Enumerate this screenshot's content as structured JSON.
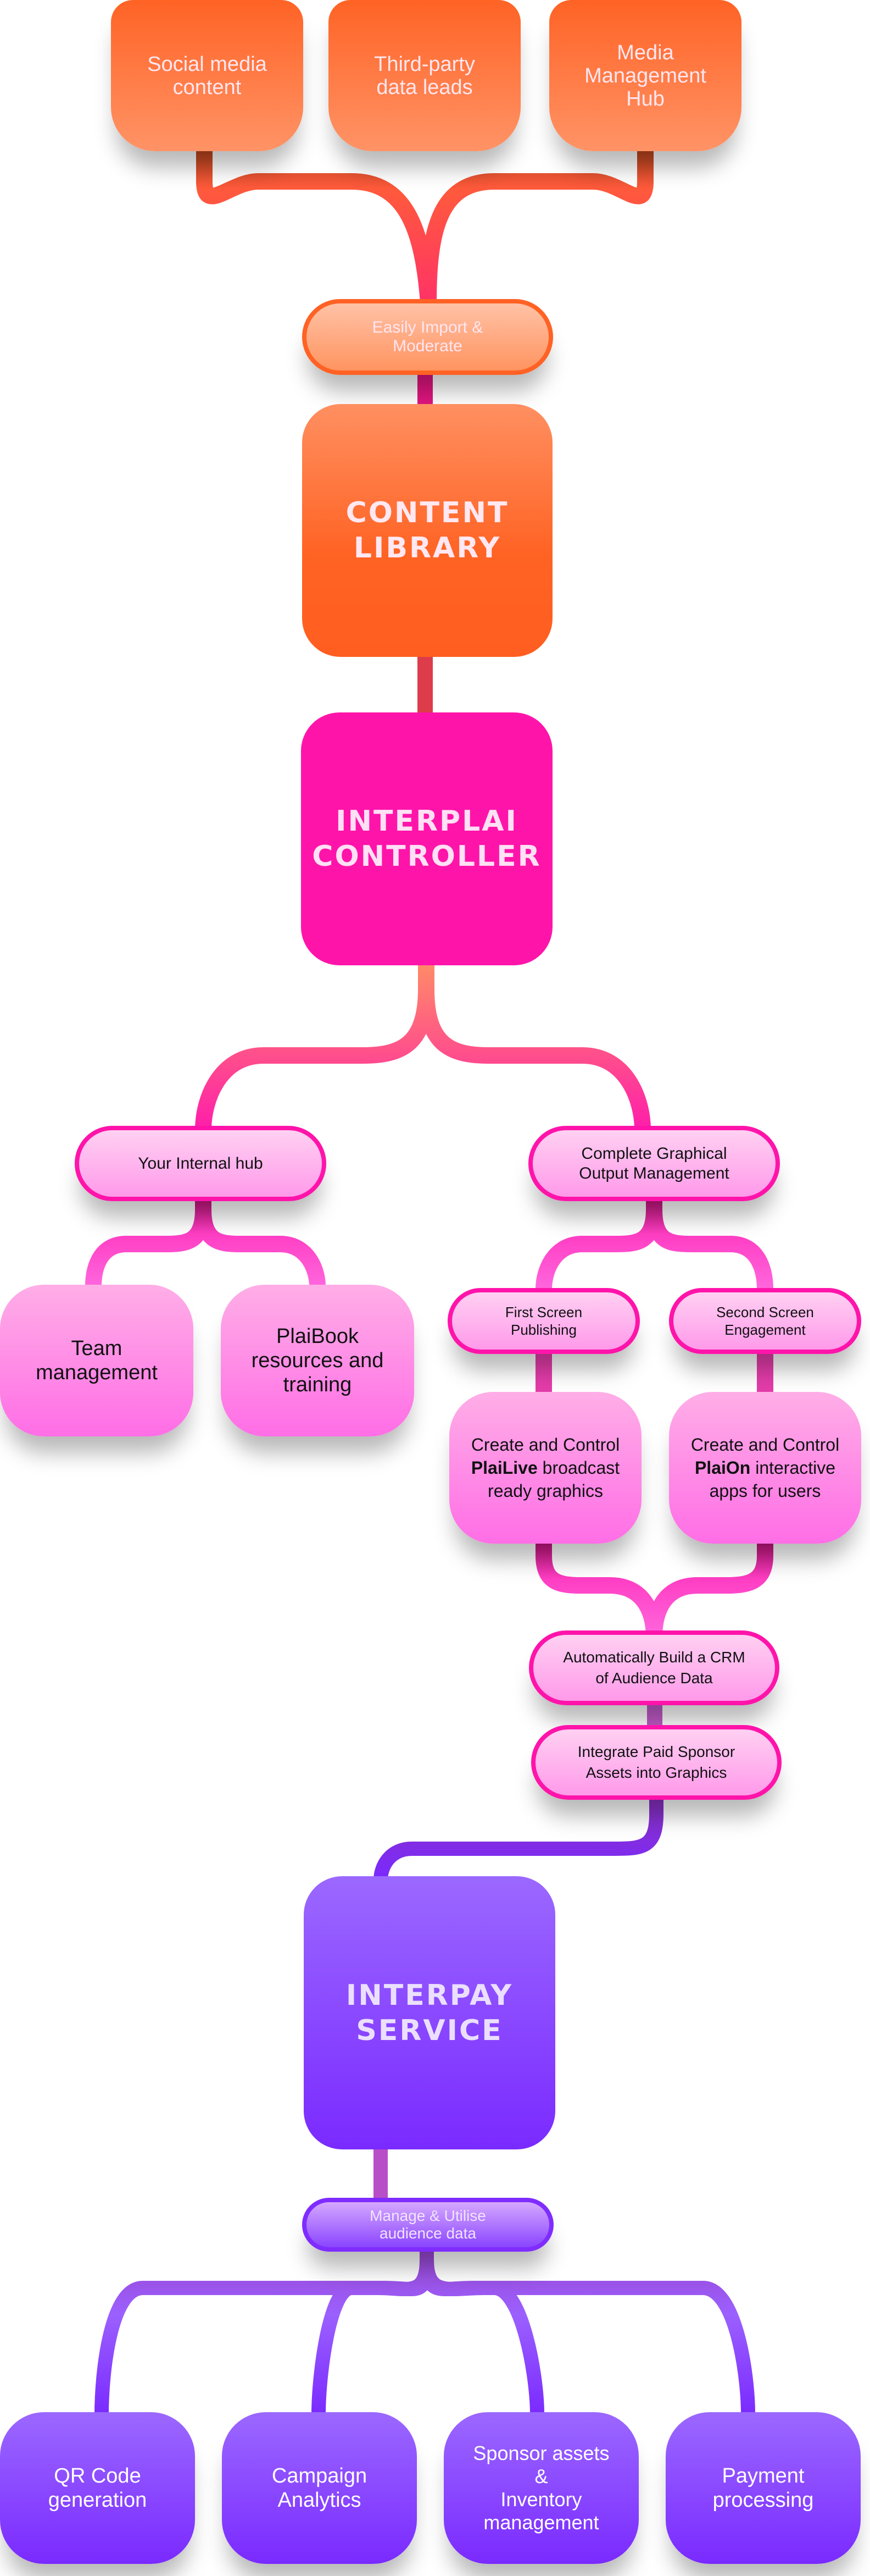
{
  "colors": {
    "orange": "#ff6224",
    "orange_light": "#ff9366",
    "magenta": "#ff14aa",
    "pink_light": "#ffaee7",
    "purple": "#7a2aff",
    "purple_light": "#9b68ff"
  },
  "sources": [
    {
      "label": "Social media\ncontent"
    },
    {
      "label": "Third-party\ndata leads"
    },
    {
      "label": "Media\nManagement\nHub"
    }
  ],
  "import_step": {
    "label": "Easily Import &\nModerate"
  },
  "content_library": {
    "title": "CONTENT\nLIBRARY"
  },
  "controller": {
    "title": "INTERPLAI\nCONTROLLER"
  },
  "internal_hub": {
    "label": "Your Internal hub",
    "children": [
      {
        "label": "Team\nmanagement"
      },
      {
        "label": "PlaiBook\nresources and\ntraining"
      }
    ]
  },
  "output_management": {
    "label": "Complete Graphical\nOutput Management",
    "branches": [
      {
        "label": "First Screen\nPublishing",
        "detail_prefix": "Create and Control",
        "detail_brand": "PlaiLive",
        "detail_suffix": "broadcast\nready graphics"
      },
      {
        "label": "Second Screen\nEngagement",
        "detail_prefix": "Create and Control",
        "detail_brand": "PlaiOn",
        "detail_suffix": "interactive\napps for users"
      }
    ]
  },
  "crm_step": {
    "label": "Automatically Build a CRM\nof Audience Data"
  },
  "sponsor_step": {
    "label": "Integrate Paid Sponsor\nAssets into Graphics"
  },
  "interpay": {
    "title": "INTERPAY\nSERVICE"
  },
  "audience_step": {
    "label": "Manage & Utilise\naudience data"
  },
  "services": [
    {
      "label": "QR Code\ngeneration"
    },
    {
      "label": "Campaign\nAnalytics"
    },
    {
      "label": "Sponsor assets\n&\nInventory\nmanagement"
    },
    {
      "label": "Payment\nprocessing"
    }
  ]
}
